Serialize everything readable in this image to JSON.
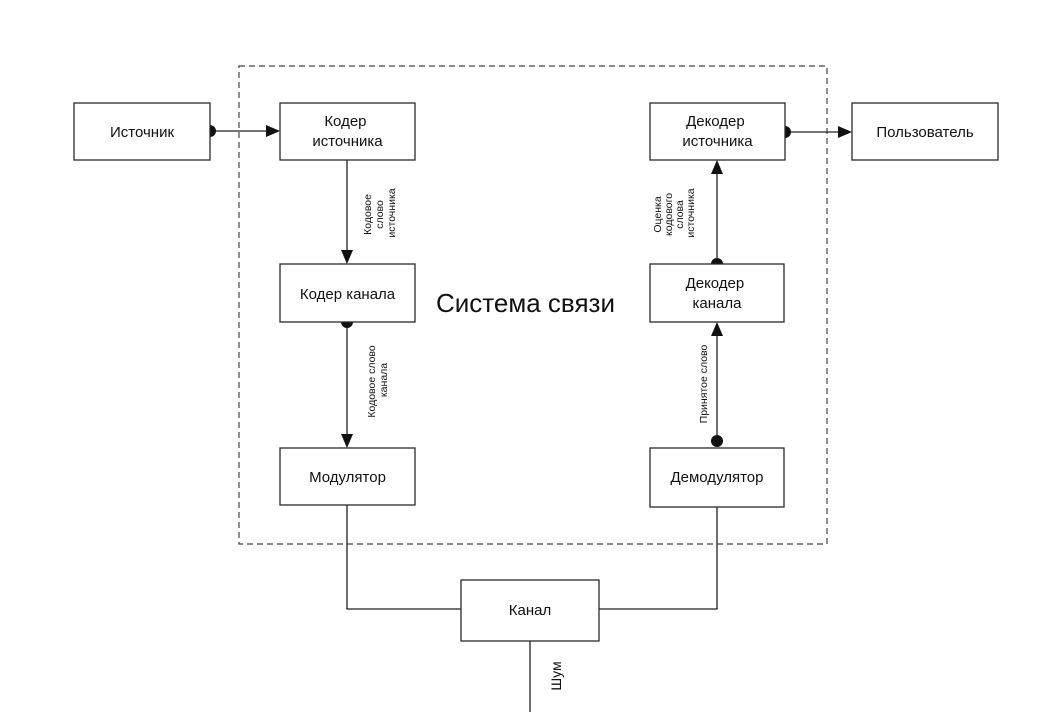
{
  "system": {
    "title": "Система связи"
  },
  "blocks": {
    "source": "Источник",
    "source_encoder": [
      "Кодер",
      "источника"
    ],
    "channel_encoder": "Кодер канала",
    "modulator": "Модулятор",
    "source_decoder": [
      "Декодер",
      "источника"
    ],
    "channel_decoder": [
      "Декодер",
      "канала"
    ],
    "demodulator": "Демодулятор",
    "user": "Пользователь",
    "channel": "Канал"
  },
  "edges": {
    "source_codeword": [
      "Кодовое",
      "слово",
      "источника"
    ],
    "channel_codeword": [
      "Кодовое слово",
      "канала"
    ],
    "received_word": "Принятое слово",
    "codeword_estimate": [
      "Оценка",
      "кодового",
      "слова",
      "источника"
    ],
    "noise": "Шум"
  }
}
